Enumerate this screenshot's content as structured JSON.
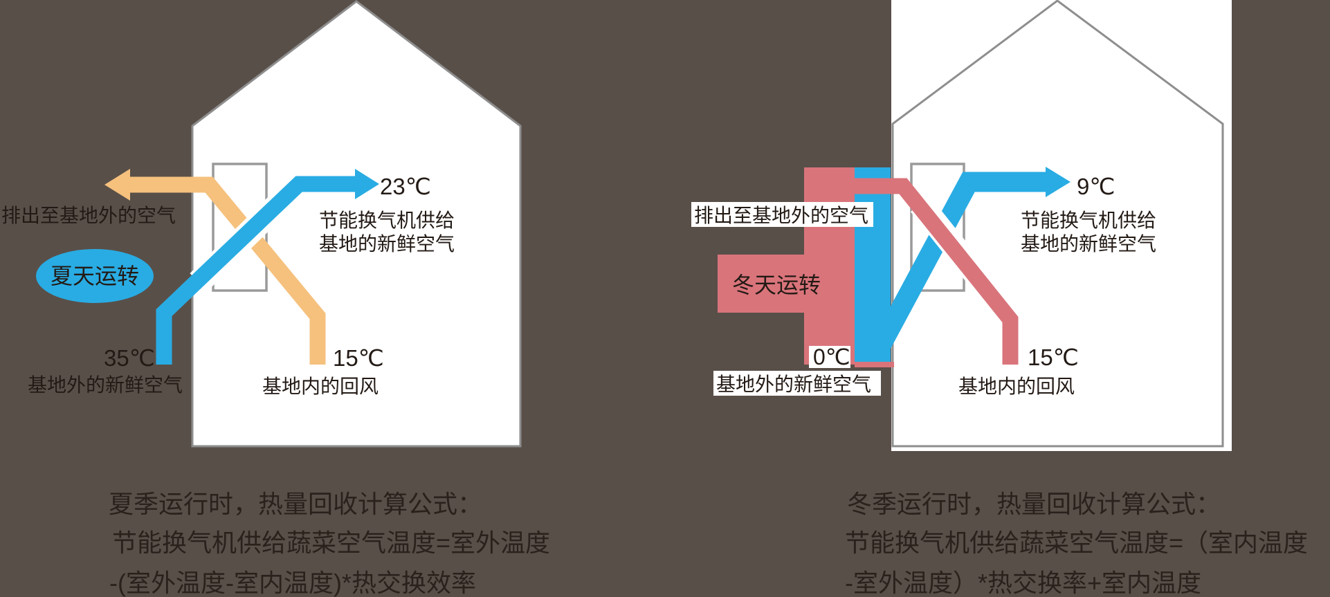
{
  "colors": {
    "background": "#594F49",
    "house_fill": "#FFFFFF",
    "outline_gray": "#8E8E8E",
    "exchanger_gray": "#9A9A9A",
    "flow_blue": "#29ACE3",
    "flow_orange": "#F5C17D",
    "flow_red": "#D9747B",
    "text_dark": "#231A15",
    "formula_text": "#2B211C",
    "label_highlight_bg": "#FFFFFF"
  },
  "summer": {
    "badge": "夏天运转",
    "exhaust_label": "排出至基地外的空气",
    "outdoor_temp": "35℃",
    "outdoor_label": "基地外的新鲜空气",
    "return_temp": "15℃",
    "return_label": "基地内的回风",
    "supply_temp": "23℃",
    "supply_label_line1": "节能换气机供给",
    "supply_label_line2": "基地的新鲜空气",
    "formula_line1": "夏季运行时，热量回收计算公式：",
    "formula_line2": "节能换气机供给蔬菜空气温度=室外温度",
    "formula_line3": "-(室外温度-室内温度)*热交换效率"
  },
  "winter": {
    "badge": "冬天运转",
    "exhaust_label": "排出至基地外的空气",
    "outdoor_temp": "0℃",
    "outdoor_label": "基地外的新鲜空气",
    "return_temp": "15℃",
    "return_label": "基地内的回风",
    "supply_temp": "9℃",
    "supply_label_line1": "节能换气机供给",
    "supply_label_line2": "基地的新鲜空气",
    "formula_line1": "冬季运行时，热量回收计算公式：",
    "formula_line2": "节能换气机供给蔬菜空气温度=（室内温度",
    "formula_line3": "-室外温度）*热交换率+室内温度"
  }
}
